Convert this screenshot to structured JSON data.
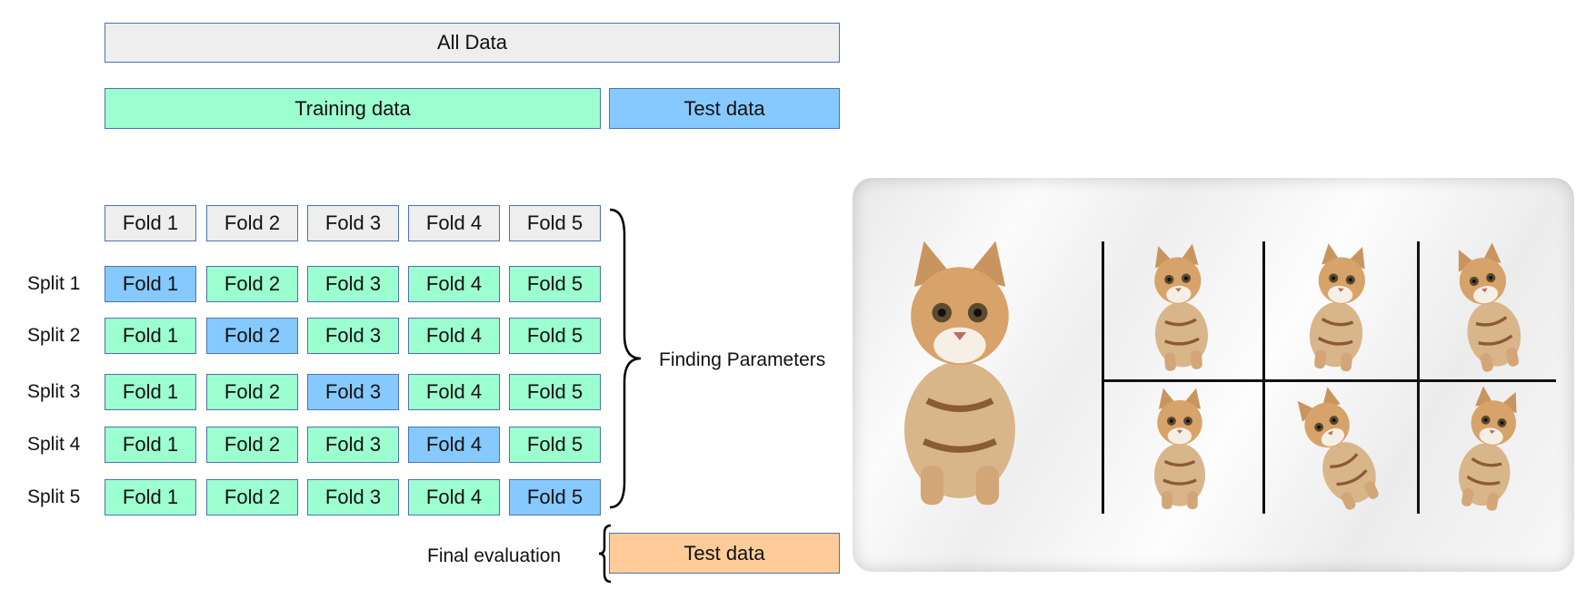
{
  "top": {
    "all_data": "All Data",
    "training_data": "Training data",
    "test_data": "Test data"
  },
  "folds_header": [
    "Fold 1",
    "Fold 2",
    "Fold 3",
    "Fold 4",
    "Fold 5"
  ],
  "splits": [
    {
      "label": "Split 1",
      "folds": [
        "Fold 1",
        "Fold 2",
        "Fold 3",
        "Fold 4",
        "Fold 5"
      ],
      "test_fold": 0
    },
    {
      "label": "Split 2",
      "folds": [
        "Fold 1",
        "Fold 2",
        "Fold 3",
        "Fold 4",
        "Fold 5"
      ],
      "test_fold": 1
    },
    {
      "label": "Split 3",
      "folds": [
        "Fold 1",
        "Fold 2",
        "Fold 3",
        "Fold 4",
        "Fold 5"
      ],
      "test_fold": 2
    },
    {
      "label": "Split 4",
      "folds": [
        "Fold 1",
        "Fold 2",
        "Fold 3",
        "Fold 4",
        "Fold 5"
      ],
      "test_fold": 3
    },
    {
      "label": "Split 5",
      "folds": [
        "Fold 1",
        "Fold 2",
        "Fold 3",
        "Fold 4",
        "Fold 5"
      ],
      "test_fold": 4
    }
  ],
  "finding_parameters": "Finding Parameters",
  "final_evaluation": "Final evaluation",
  "final_test_data": "Test data",
  "colors": {
    "all": "#eeeeee",
    "train": "#9cffcf",
    "test": "#86c9ff",
    "final": "#ffcc99",
    "border": "#4a73b5"
  },
  "augmentation_panel": {
    "original_image": "kitten",
    "augmented_count": 6
  }
}
